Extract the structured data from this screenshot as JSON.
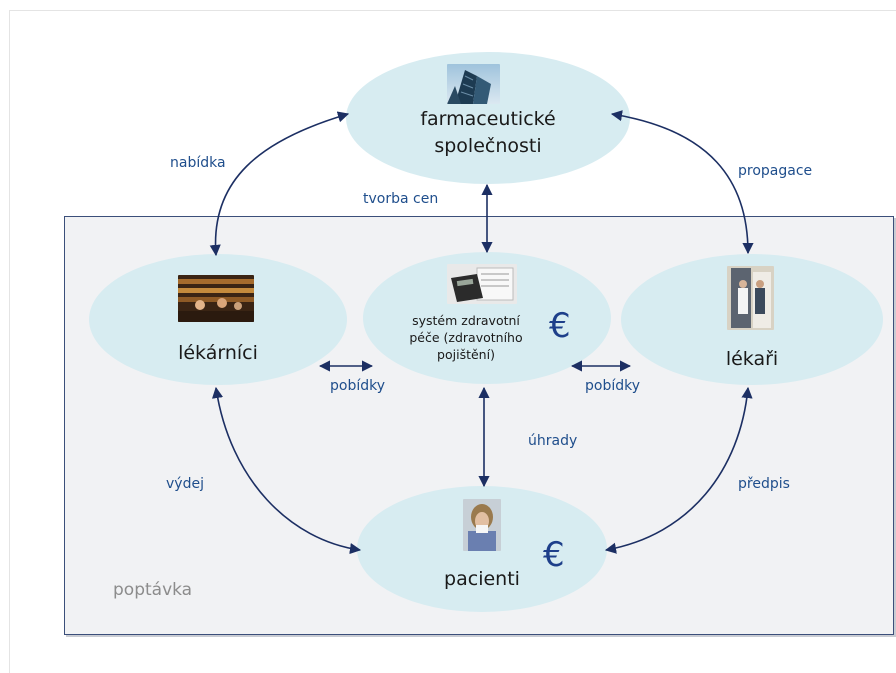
{
  "nodes": {
    "pharma": {
      "label_line1": "farmaceutické",
      "label_line2": "společnosti",
      "image": "skyscraper-photo"
    },
    "pharmacists": {
      "label": "lékárníci",
      "image": "pharmacy-interior-photo"
    },
    "insurance": {
      "label_line1": "systém zdravotní",
      "label_line2": "péče (zdravotního",
      "label_line3": "pojištění)",
      "image": "calculator-documents-photo",
      "currency": "€"
    },
    "doctors": {
      "label": "lékaři",
      "image": "doctor-doorway-photo"
    },
    "patients": {
      "label": "pacienti",
      "image": "sick-patient-photo",
      "currency": "€"
    }
  },
  "edges": {
    "pharma_pharmacists": "nabídka",
    "pharma_doctors": "propagace",
    "pharma_insurance": "tvorba cen",
    "pharmacists_insurance": "pobídky",
    "insurance_doctors": "pobídky",
    "insurance_patients": "úhrady",
    "pharmacists_patients": "výdej",
    "doctors_patients": "předpis"
  },
  "demand_region": {
    "label": "poptávka"
  },
  "colors": {
    "ellipse": "#d7ecf1",
    "arrow": "#1c2f63",
    "edge_text": "#1f4e8c",
    "box_fill": "#f1f2f4",
    "box_border": "#3b4f7a"
  }
}
